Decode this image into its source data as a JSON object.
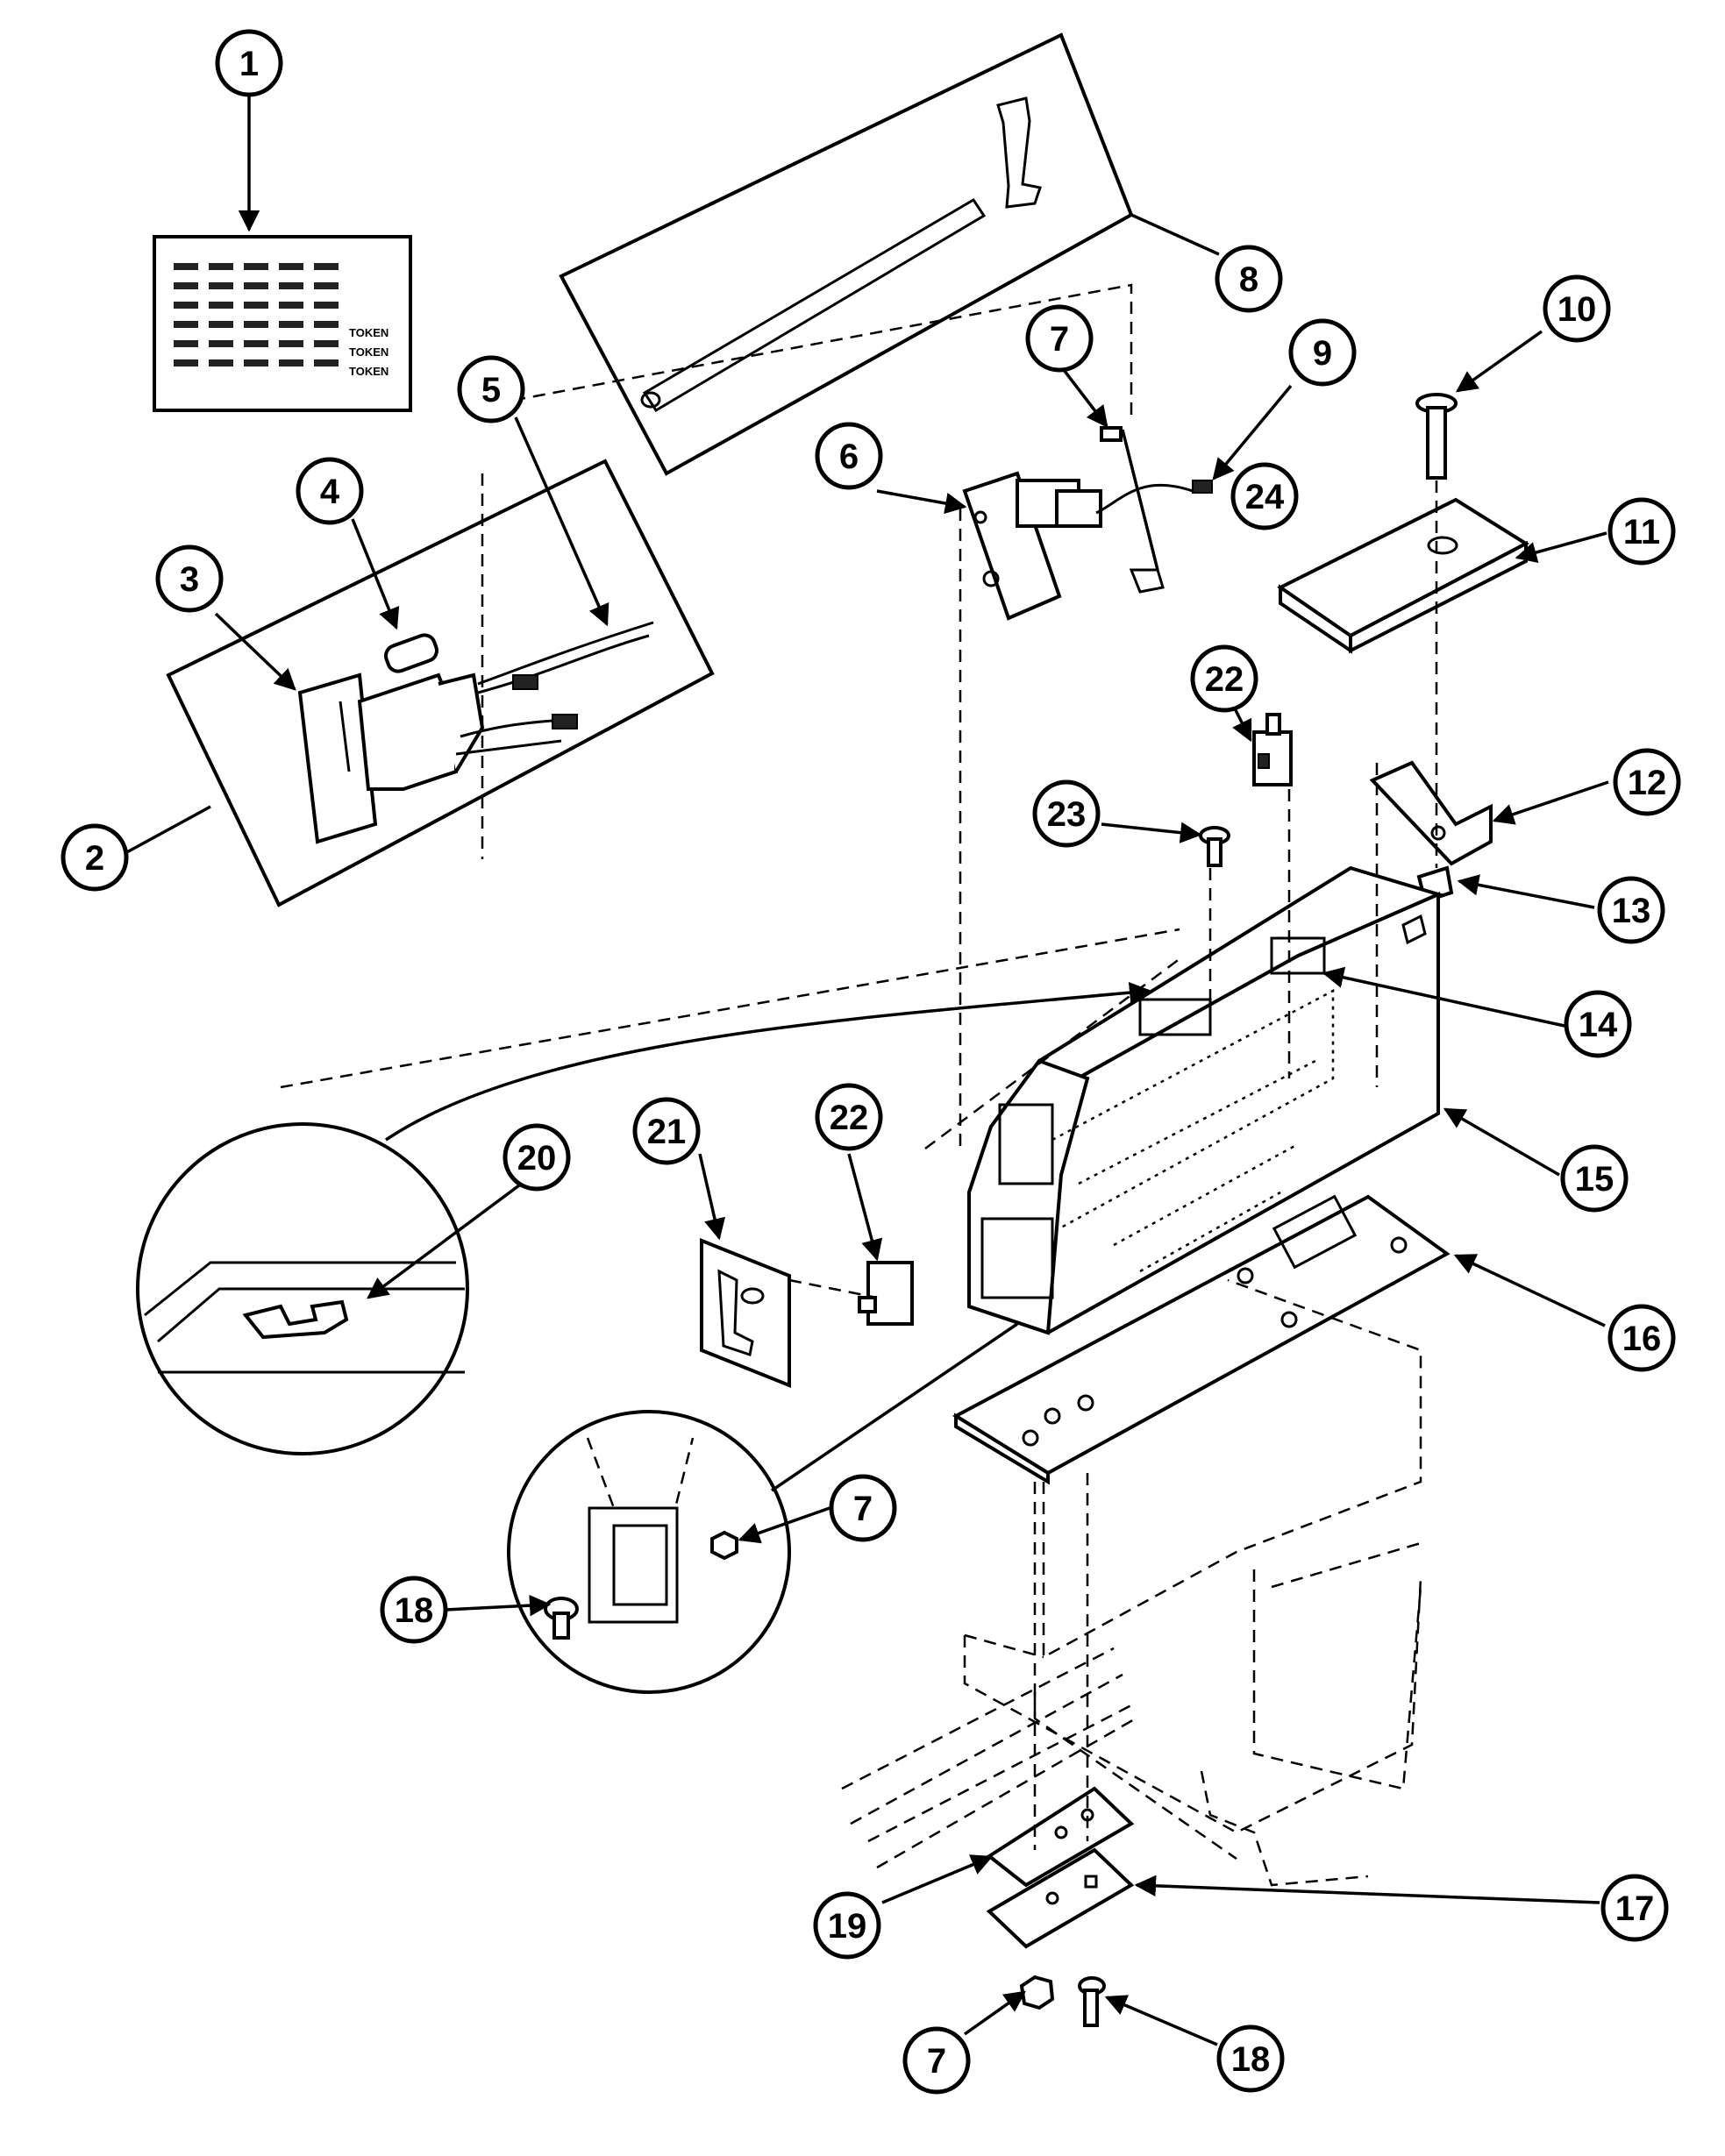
{
  "diagram": {
    "callouts": [
      "1",
      "2",
      "3",
      "4",
      "5",
      "6",
      "7",
      "8",
      "9",
      "10",
      "11",
      "12",
      "13",
      "14",
      "15",
      "16",
      "17",
      "18",
      "19",
      "20",
      "21",
      "22",
      "23",
      "24"
    ],
    "decal_labels": [
      "TOKEN",
      "TOKEN",
      "TOKEN"
    ]
  }
}
